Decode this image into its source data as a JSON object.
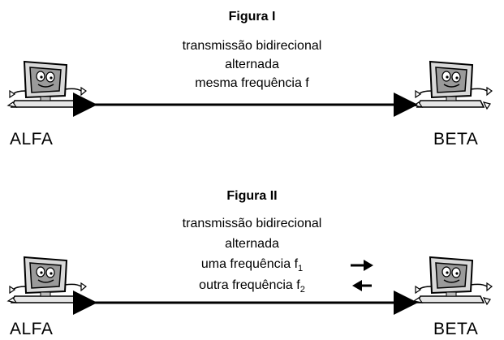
{
  "figure_1": {
    "title": "Figura I",
    "description": [
      "transmissão bidirecional",
      "alternada",
      "mesma frequência f"
    ],
    "left_station": "ALFA",
    "right_station": "BETA"
  },
  "figure_2": {
    "title": "Figura II",
    "description": [
      "transmissão bidirecional",
      "alternada"
    ],
    "frequencies": [
      {
        "text": "uma frequência f",
        "subscript": "1",
        "arrow_direction": "right"
      },
      {
        "text": "outra frequência f",
        "subscript": "2",
        "arrow_direction": "left"
      }
    ],
    "left_station": "ALFA",
    "right_station": "BETA"
  },
  "computer_icon": "cartoon-computer-icon"
}
